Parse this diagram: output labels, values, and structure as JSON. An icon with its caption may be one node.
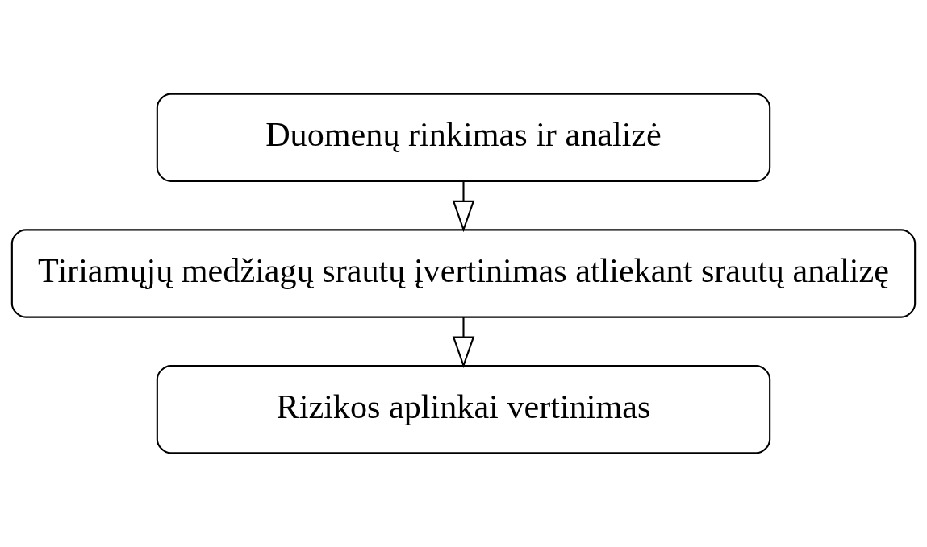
{
  "diagram": {
    "nodes": [
      {
        "text": [
          "Duomenų rinkimas ir analizė"
        ]
      },
      {
        "text": [
          "Tiriamųjų medžiagų srautų įvertinimas atliekant srautų analizę"
        ]
      },
      {
        "text": [
          "Rizikos aplinkai vertinimas"
        ]
      }
    ],
    "edges": [
      {
        "from": 0,
        "to": 1,
        "arrow": "to"
      },
      {
        "from": 1,
        "to": 2,
        "arrow": "to"
      }
    ]
  }
}
